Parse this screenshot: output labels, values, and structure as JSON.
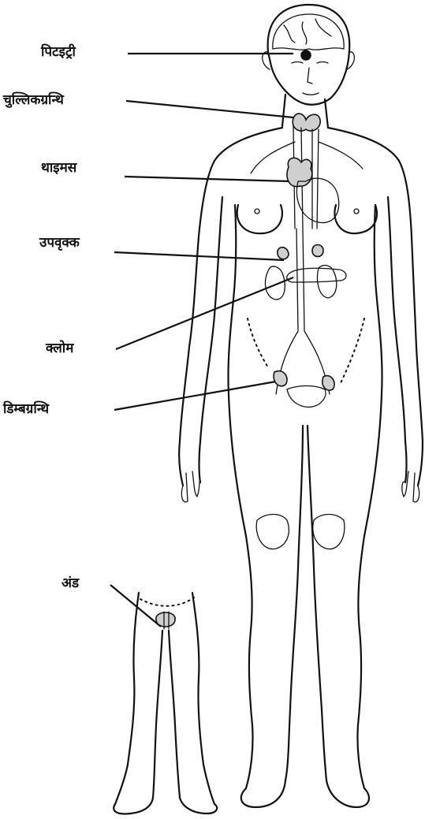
{
  "labels": {
    "pituitary": "पिटइट्री",
    "thyroid": "चुल्लिकग्रन्थि",
    "thymus": "थाइमस",
    "adrenal": "उपवृक्क",
    "pancreas": "क्लोम",
    "ovary": "डिम्बग्रन्थि",
    "testis": "अंड"
  },
  "colors": {
    "ink": "#111111",
    "background": "#ffffff",
    "gland_fill": "#cfcfcf"
  }
}
